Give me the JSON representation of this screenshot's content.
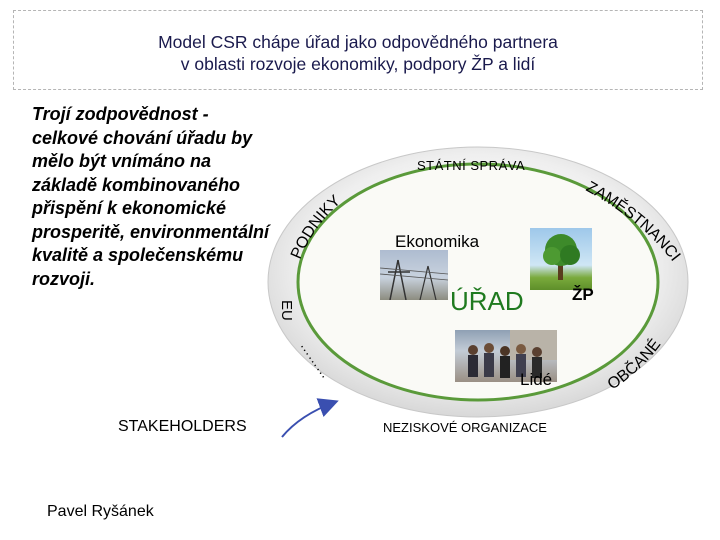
{
  "title": {
    "line1": "Model CSR chápe úřad jako odpovědného partnera",
    "line2": "v oblasti rozvoje ekonomiky, podpory ŽP a lidí"
  },
  "left_text": {
    "lines": [
      "Trojí zodpovědnost -",
      "celkové chování úřadu by",
      "mělo být vnímáno na",
      "základě kombinovaného",
      "přispění k ekonomické",
      "prosperitě, environmentální",
      "kvalitě a společenskému",
      "rozvoji."
    ]
  },
  "diagram": {
    "arc_top_left": "PODNIKY",
    "arc_top_right": "ZAMĚSTNANCI",
    "arc_left": "EU",
    "arc_bottom_right": "OBČANÉ",
    "dots": "………",
    "state": "STÁTNÍ SPRÁVA",
    "economy": "Ekonomika",
    "office": "ÚŘAD",
    "environment": "ŽP",
    "people": "Lidé",
    "ngo": "NEZISKOVÉ ORGANIZACE",
    "stakeholders": "STAKEHOLDERS"
  },
  "footer": {
    "author": "Pavel Ryšánek"
  },
  "colors": {
    "ellipse_outer": "#d9d9d9",
    "ellipse_ring": "#5a9a3a",
    "ellipse_inner": "#f4f4ef",
    "office_text": "#1f7a1f",
    "arrow": "#3a4fb0",
    "title_text": "#1a1a4d"
  }
}
